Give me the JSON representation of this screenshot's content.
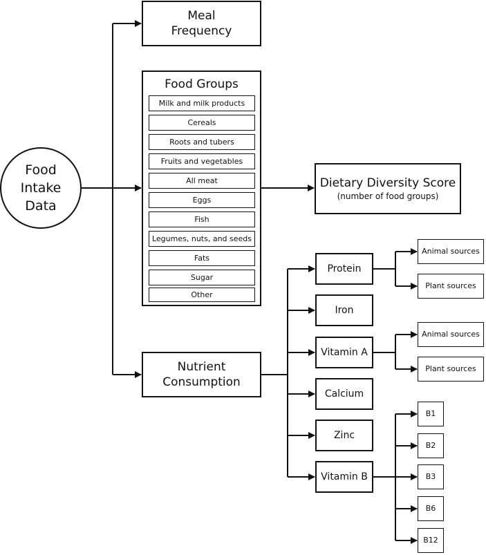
{
  "source": {
    "label": "Food\nIntake\nData"
  },
  "meal_frequency": {
    "label": "Meal\nFrequency"
  },
  "food_groups": {
    "title": "Food Groups",
    "items": [
      "Milk and milk products",
      "Cereals",
      "Roots and tubers",
      "Fruits and vegetables",
      "All meat",
      "Eggs",
      "Fish",
      "Legumes, nuts, and seeds",
      "Fats",
      "Sugar",
      "Other"
    ]
  },
  "dietary_diversity": {
    "title": "Dietary Diversity Score",
    "subtitle": "(number of food groups)"
  },
  "nutrient_consumption": {
    "label": "Nutrient\nConsumption"
  },
  "nutrients": [
    "Protein",
    "Iron",
    "Vitamin A",
    "Calcium",
    "Zinc",
    "Vitamin B"
  ],
  "protein_sources": [
    "Animal sources",
    "Plant sources"
  ],
  "vitamin_a_sources": [
    "Animal sources",
    "Plant sources"
  ],
  "vitamin_b_types": [
    "B1",
    "B2",
    "B3",
    "B6",
    "B12"
  ]
}
